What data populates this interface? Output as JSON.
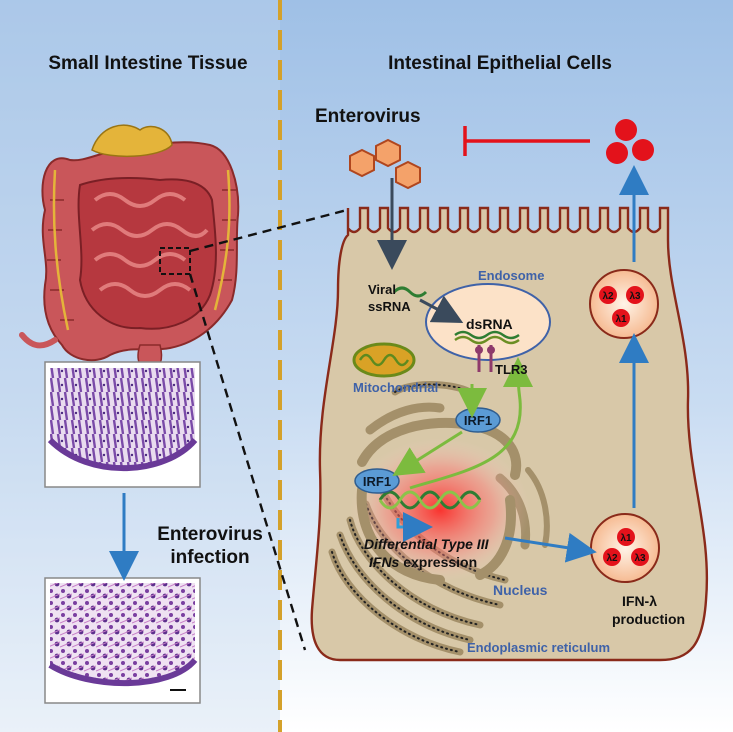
{
  "left_panel": {
    "title": "Small Intestine Tissue",
    "infection_label_line1": "Enterovirus",
    "infection_label_line2": "infection"
  },
  "right_panel": {
    "title": "Intestinal Epithelial Cells",
    "virus_label": "Enterovirus",
    "viral_ssrna_line1": "Viral",
    "viral_ssrna_line2": "ssRNA",
    "endosome_label": "Endosome",
    "dsrna_label": "dsRNA",
    "tlr3_label": "TLR3",
    "mitochondrial_label": "Mitochondrial",
    "irf1_top_label": "IRF1",
    "irf1_nucleus_label": "IRF1",
    "expression_line1": "Differential Type III",
    "expression_line2_italic": "IFNs",
    "expression_line2_rest": " expression",
    "nucleus_label": "Nucleus",
    "er_label": "Endoplasmic reticulum",
    "ifn_label_line1": "IFN-λ",
    "ifn_label_line2": "production",
    "vesicle_upper": [
      "λ2",
      "λ3",
      "λ1"
    ],
    "vesicle_lower": [
      "λ1",
      "λ2",
      "λ3"
    ]
  },
  "colors": {
    "divider": "#d4a12a",
    "cell_fill": "#d8c8a8",
    "cell_stroke": "#8a2a1a",
    "blue_arrow": "#2f7cc3",
    "green_arrow": "#7cbb3e",
    "inhibit_red": "#e3121b",
    "label_blue": "#3f62a8"
  }
}
